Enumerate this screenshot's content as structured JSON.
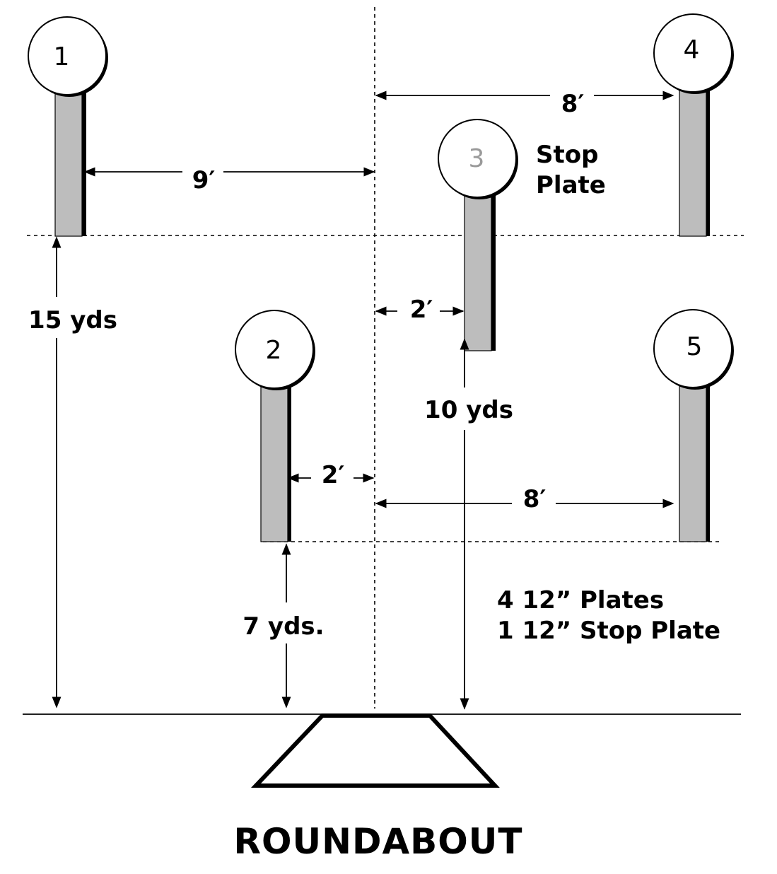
{
  "plates": [
    {
      "number": "1"
    },
    {
      "number": "2"
    },
    {
      "number": "3"
    },
    {
      "number": "4"
    },
    {
      "number": "5"
    }
  ],
  "labels": {
    "stop_plate_line1": "Stop",
    "stop_plate_line2": "Plate",
    "dim_9ft": "9′",
    "dim_8ft_top": "8′",
    "dim_8ft_bottom": "8′",
    "dim_2ft_upper": "2′",
    "dim_2ft_lower": "2′",
    "dist_15yds": "15 yds",
    "dist_10yds": "10 yds",
    "dist_7yds": "7 yds.",
    "note_line1": "4 12” Plates",
    "note_line2": "1 12” Stop Plate"
  },
  "title": "ROUNDABOUT"
}
